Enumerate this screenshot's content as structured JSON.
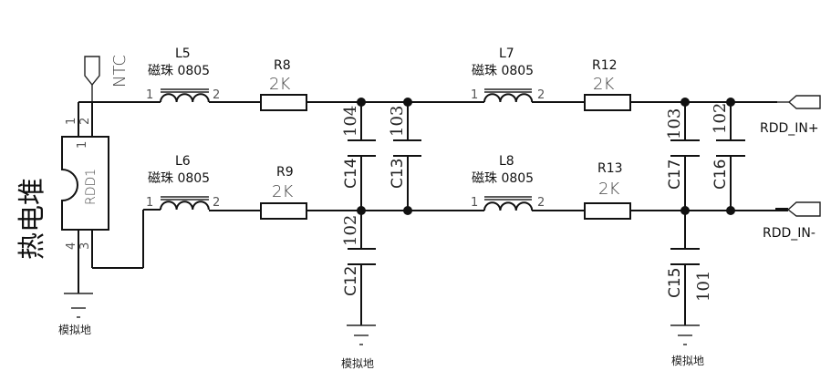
{
  "diagram": {
    "title": "热电堆",
    "sensor": {
      "ref": "RDD1",
      "pin_labels": [
        "1",
        "2",
        "3",
        "4"
      ],
      "inner_pin": "1"
    },
    "ntc_label": "NTC",
    "inductors": [
      {
        "ref": "L5",
        "value": "磁珠 0805",
        "pin1": "1",
        "pin2": "2"
      },
      {
        "ref": "L6",
        "value": "磁珠 0805",
        "pin1": "1",
        "pin2": "2"
      },
      {
        "ref": "L7",
        "value": "磁珠 0805",
        "pin1": "1",
        "pin2": "2"
      },
      {
        "ref": "L8",
        "value": "磁珠 0805",
        "pin1": "1",
        "pin2": "2"
      }
    ],
    "resistors": [
      {
        "ref": "R8",
        "value": "2K"
      },
      {
        "ref": "R9",
        "value": "2K"
      },
      {
        "ref": "R12",
        "value": "2K"
      },
      {
        "ref": "R13",
        "value": "2K"
      }
    ],
    "capacitors": [
      {
        "ref": "C14",
        "value": "104"
      },
      {
        "ref": "C13",
        "value": "103"
      },
      {
        "ref": "C12",
        "value": "102"
      },
      {
        "ref": "C17",
        "value": "103"
      },
      {
        "ref": "C16",
        "value": "102"
      },
      {
        "ref": "C15",
        "value": "101"
      }
    ],
    "ports": {
      "plus": "RDD_IN+",
      "minus": "RDD_IN-"
    },
    "ground_label": "模拟地"
  }
}
